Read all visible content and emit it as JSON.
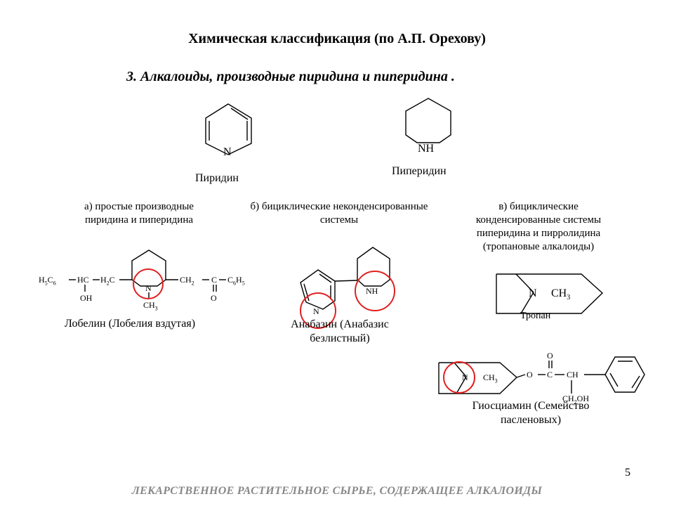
{
  "title": "Химическая классификация (по А.П. Орехову)",
  "subtitle": "3. Алкалоиды, производные пиридина и пиперидина .",
  "pyridine": {
    "name": "Пиридин",
    "atom_n": "N"
  },
  "piperidine": {
    "name": "Пиперидин",
    "atom_nh": "NH"
  },
  "sections": {
    "a": "а) простые производные пиридина и пиперидина",
    "b": "б) бициклические неконденсированные системы",
    "c": "в) бициклические конденсированные системы пиперидина и пирролидина (тропановые алкалоиды)"
  },
  "lobelin": {
    "name": "Лобелин (Лобелия вздутая)",
    "h5c6": "H5C6",
    "hc": "HC",
    "h2c": "H2C",
    "n": "N",
    "ch2": "CH2",
    "c": "C",
    "c6h5": "C6H5",
    "oh": "OH",
    "ch3": "CH3",
    "o": "O"
  },
  "anabasin": {
    "name": "Анабазин (Анабазис безлистный)",
    "n": "N",
    "nh": "NH"
  },
  "tropane": {
    "name": "Тропан",
    "n": "N",
    "ch3": "CH3"
  },
  "hyoscyamine": {
    "name": "Гиосциамин (Семейство пасленовых)",
    "n": "N",
    "ch3": "CH3",
    "o_ester": "O",
    "c": "C",
    "ch": "CH",
    "o_carbonyl": "O",
    "ch2oh": "CH2OH"
  },
  "page_number": "5",
  "footer": "ЛЕКАРСТВЕННОЕ РАСТИТЕЛЬНОЕ СЫРЬЕ, СОДЕРЖАЩЕЕ АЛКАЛОИДЫ",
  "colors": {
    "highlight": "#e02020",
    "footer": "#888888"
  }
}
